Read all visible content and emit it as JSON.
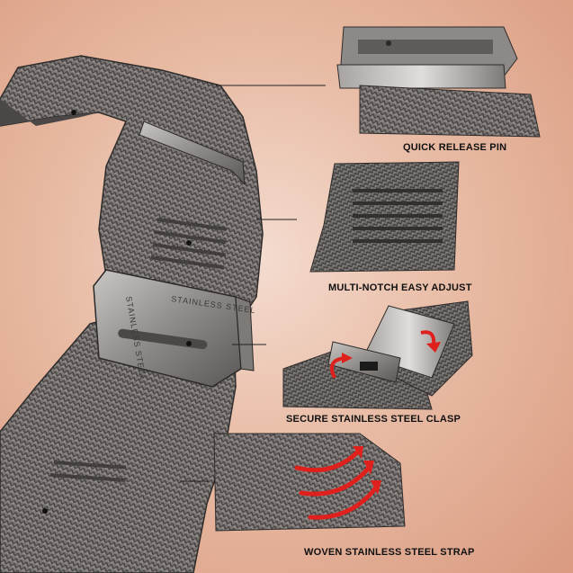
{
  "callouts": [
    {
      "label": "QUICK RELEASE PIN"
    },
    {
      "label": "MULTI-NOTCH EASY ADJUST"
    },
    {
      "label": "SECURE STAINLESS STEEL CLASP"
    },
    {
      "label": "WOVEN STAINLESS STEEL STRAP"
    }
  ],
  "clasp_engraving": {
    "left": "STAINLESS STEEL",
    "right": "STAINLESS STEEL"
  },
  "colors": {
    "steel": "#6e6a68",
    "steel_dark": "#3c3a39",
    "arrow": "#e0201c",
    "background": "#e8bba4"
  }
}
